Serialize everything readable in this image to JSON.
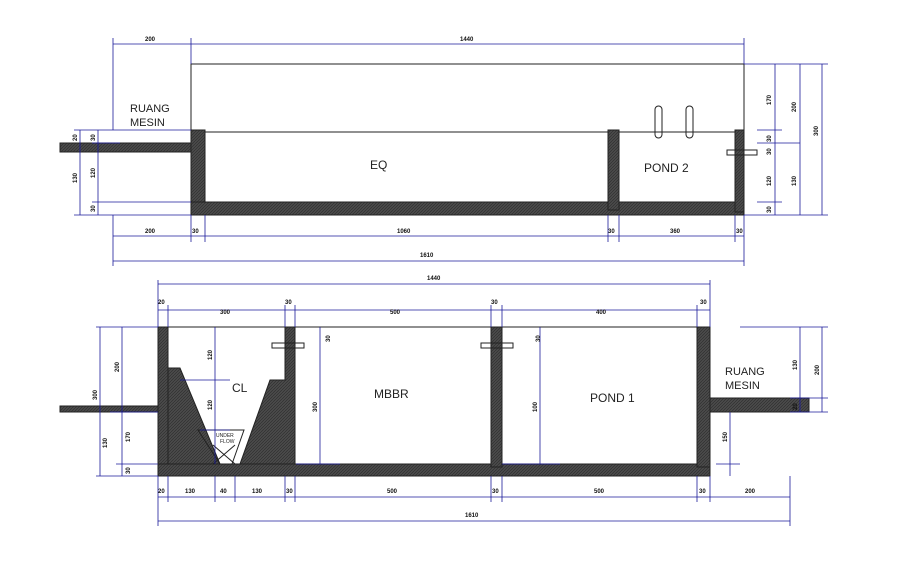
{
  "top_section": {
    "labels": {
      "ruang_mesin_line1": "RUANG",
      "ruang_mesin_line2": "MESIN",
      "eq": "EQ",
      "pond2": "POND 2"
    },
    "dims": {
      "top_left": "200",
      "top_total": "1440",
      "right_170": "170",
      "right_200": "200",
      "right_300": "300",
      "right_30a": "30",
      "right_30b": "30",
      "right_120": "120",
      "right_130": "130",
      "right_30c": "30",
      "left_20": "20",
      "left_30": "30",
      "left_130": "130",
      "left_120": "120",
      "left_30b": "30",
      "bot_200": "200",
      "bot_30a": "30",
      "bot_1060": "1060",
      "bot_30b": "30",
      "bot_360": "360",
      "bot_30c": "30",
      "bot_total": "1610"
    }
  },
  "bottom_section": {
    "labels": {
      "cl": "CL",
      "mbbr": "MBBR",
      "pond1": "POND 1",
      "ruang_mesin_line1": "RUANG",
      "ruang_mesin_line2": "MESIN",
      "underflow_line1": "UNDER",
      "underflow_line2": "FLOW"
    },
    "dims": {
      "top_total": "1440",
      "top_20": "20",
      "top_300": "300",
      "top_30a": "30",
      "top_500": "500",
      "top_30b": "30",
      "top_400": "400",
      "top_30c": "30",
      "cl_120": "120",
      "cl_120b": "120",
      "left_300": "300",
      "left_200": "200",
      "left_130": "130",
      "left_170": "170",
      "left_30": "30",
      "mbbr_30": "30",
      "mbbr_300": "300",
      "pond1_30": "30",
      "pond1_100": "100",
      "right_130": "130",
      "right_200": "200",
      "right_20": "20",
      "right_150": "150",
      "bot_20": "20",
      "bot_130a": "130",
      "bot_40": "40",
      "bot_130b": "130",
      "bot_30a": "30",
      "bot_500": "500",
      "bot_30b": "30",
      "bot_500b": "500",
      "bot_30c": "30",
      "bot_200": "200",
      "bot_total": "1610"
    }
  }
}
